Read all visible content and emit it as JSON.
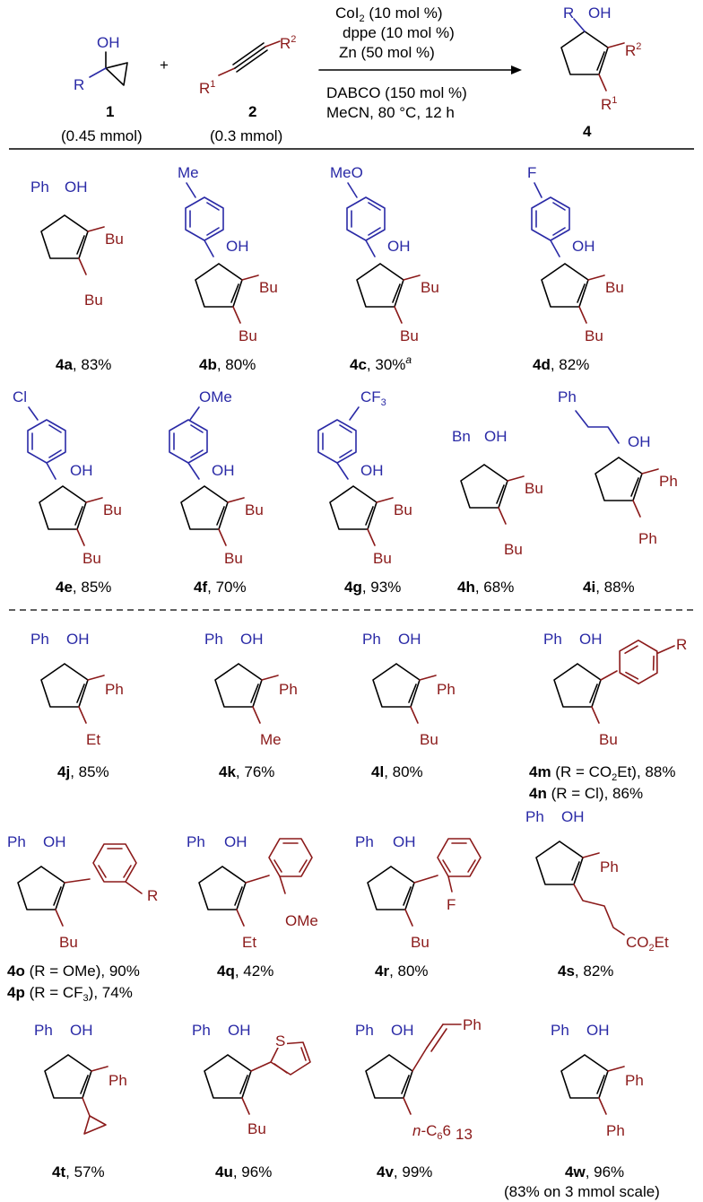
{
  "scheme": {
    "reagent_1": {
      "oh": "OH",
      "r": "R",
      "num": "1",
      "amount": "(0.45 mmol)"
    },
    "plus": "+",
    "reagent_2": {
      "r1": "R",
      "r1_sup": "1",
      "r2": "R",
      "r2_sup": "2",
      "num": "2",
      "amount": "(0.3 mmol)"
    },
    "conditions_above": [
      "CoI",
      "2",
      " (10 mol %)",
      "dppe (10 mol %)",
      "Zn (50 mol %)"
    ],
    "conditions_below": [
      "DABCO (150 mol %)",
      "MeCN, 80 °C, 12 h"
    ],
    "product": {
      "r": "R",
      "oh": "OH",
      "r2": "R",
      "r2_sup": "2",
      "r1": "R",
      "r1_sup": "1",
      "num": "4"
    }
  },
  "labels": {
    "ph": "Ph",
    "oh": "OH",
    "bu": "Bu",
    "me": "Me",
    "meo": "MeO",
    "f": "F",
    "cl": "Cl",
    "ome": "OMe",
    "cf3": "CF",
    "sub3": "3",
    "bn": "Bn",
    "et": "Et",
    "r": "R",
    "s": "S",
    "nhex": "n",
    "hex": "-C",
    "sub6": "6",
    "sub13": "13",
    "co2et_a": "CO",
    "sub2": "2",
    "co2et_b": "Et"
  },
  "products": [
    {
      "id": "4a",
      "yield": ", 83%"
    },
    {
      "id": "4b",
      "yield": ", 80%"
    },
    {
      "id": "4c",
      "yield": ", 30%",
      "note": "a"
    },
    {
      "id": "4d",
      "yield": ", 82%"
    },
    {
      "id": "4e",
      "yield": ", 85%"
    },
    {
      "id": "4f",
      "yield": ", 70%"
    },
    {
      "id": "4g",
      "yield": ", 93%"
    },
    {
      "id": "4h",
      "yield": ", 68%"
    },
    {
      "id": "4i",
      "yield": ", 88%"
    },
    {
      "id": "4j",
      "yield": ", 85%"
    },
    {
      "id": "4k",
      "yield": ", 76%"
    },
    {
      "id": "4l",
      "yield": ", 80%"
    },
    {
      "id": "4m",
      "yield": " (R = CO",
      "sub": "2",
      "yield_b": "Et), 88%"
    },
    {
      "id": "4n",
      "yield": " (R = Cl), 86%"
    },
    {
      "id": "4o",
      "yield": " (R = OMe), 90%"
    },
    {
      "id": "4p",
      "yield": " (R = CF",
      "sub": "3",
      "yield_b": "), 74%"
    },
    {
      "id": "4q",
      "yield": ", 42%"
    },
    {
      "id": "4r",
      "yield": ", 80%"
    },
    {
      "id": "4s",
      "yield": ", 82%"
    },
    {
      "id": "4t",
      "yield": ", 57%"
    },
    {
      "id": "4u",
      "yield": ", 96%"
    },
    {
      "id": "4v",
      "yield": ", 99%"
    },
    {
      "id": "4w",
      "yield": ", 96%",
      "extra": "(83% on 3 mmol scale)"
    }
  ]
}
